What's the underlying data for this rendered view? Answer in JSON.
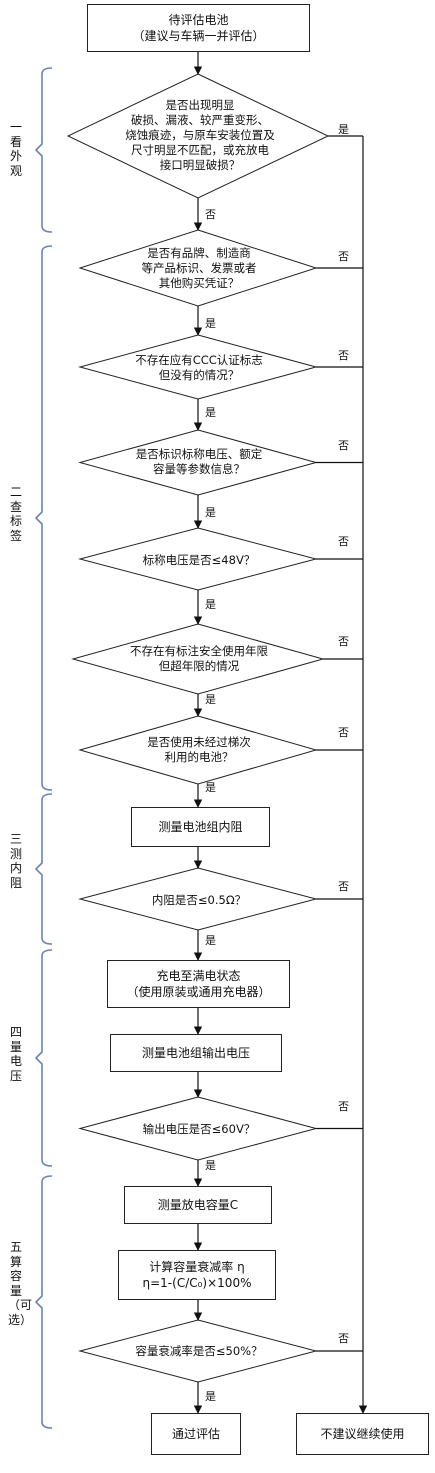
{
  "sections": [
    {
      "key": "s1",
      "label": "一看外观"
    },
    {
      "key": "s2",
      "label": "二查标签"
    },
    {
      "key": "s3",
      "label": "三测内阻"
    },
    {
      "key": "s4",
      "label": "四量电压"
    },
    {
      "key": "s5",
      "label": "五算容量（可选）"
    }
  ],
  "boxes": {
    "start": [
      "待评估电池",
      "（建议与车辆一并评估）"
    ],
    "measure_resistance": [
      "测量电池组内阻"
    ],
    "charge": [
      "充电至满电状态",
      "（使用原装或通用充电器）"
    ],
    "measure_voltage": [
      "测量电池组输出电压"
    ],
    "measure_capacity": [
      "测量放电容量C"
    ],
    "calc_decay": [
      "计算容量衰减率 η",
      "η=1-(C/C₀)×100%"
    ],
    "pass": [
      "通过评估"
    ],
    "fail": [
      "不建议继续使用"
    ]
  },
  "decisions": {
    "d1": [
      "是否出现明显",
      "破损、漏液、较严重变形、",
      "烧蚀痕迹，与原车安装位置及",
      "尺寸明显不匹配，或充放电",
      "接口明显破损？"
    ],
    "d2": [
      "是否有品牌、制造商",
      "等产品标识、发票或者",
      "其他购买凭证？"
    ],
    "d3": [
      "不存在应有CCC认证标志",
      "但没有的情况？"
    ],
    "d4": [
      "是否标识标称电压、额定",
      "容量等参数信息？"
    ],
    "d5": [
      "标称电压是否≤48V？"
    ],
    "d6": [
      "不存在有标注安全使用年限",
      "但超年限的情况"
    ],
    "d7": [
      "是否使用未经过梯次",
      "利用的电池？"
    ],
    "d8": [
      "内阻是否≤0.5Ω？"
    ],
    "d9": [
      "输出电压是否≤60V？"
    ],
    "d10": [
      "容量衰减率是否≤50%？"
    ]
  },
  "labels": {
    "d1_right": "是",
    "d1_down": "否",
    "d2_right": "否",
    "d2_down": "是",
    "d3_right": "否",
    "d3_down": "是",
    "d4_right": "否",
    "d4_down": "是",
    "d5_right": "否",
    "d5_down": "是",
    "d6_right": "否",
    "d6_down": "是",
    "d7_right": "否",
    "d7_down": "是",
    "d8_right": "否",
    "d8_down": "是",
    "d9_right": "否",
    "d9_down": "是",
    "d10_right": "否",
    "d10_down": "是"
  }
}
